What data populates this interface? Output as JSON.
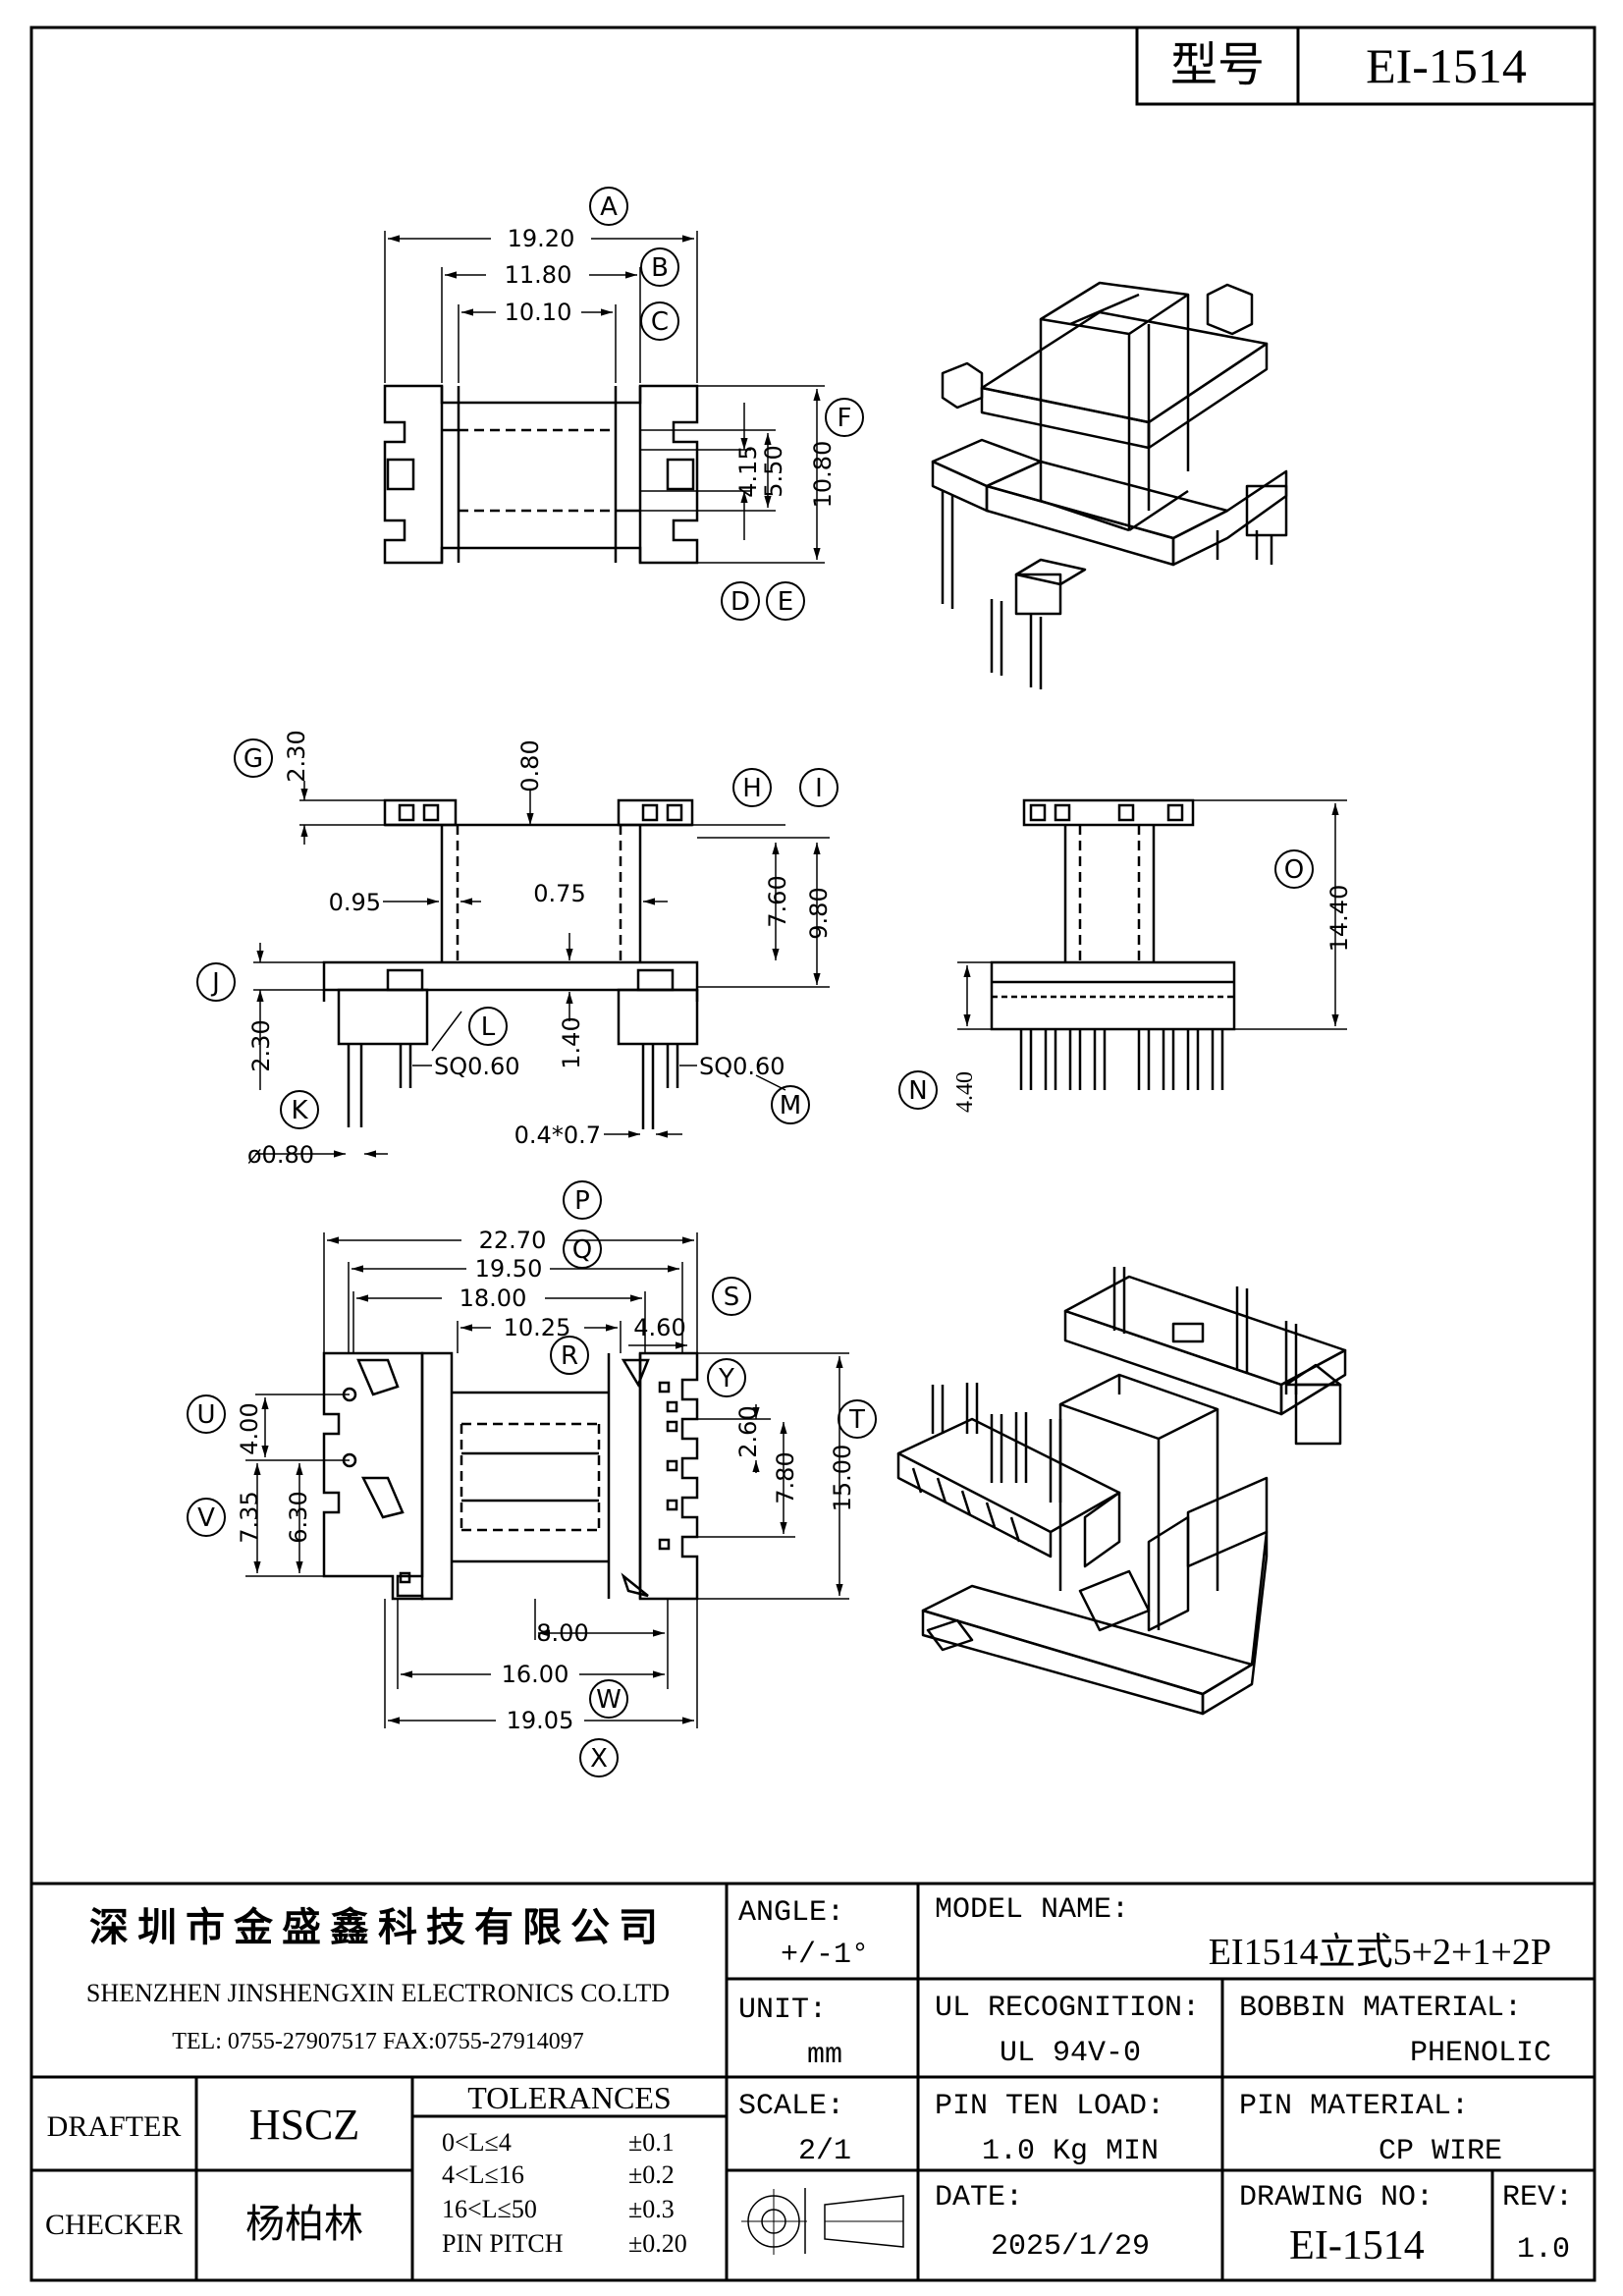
{
  "header": {
    "model_label": "型号",
    "model_value": "EI-1514"
  },
  "views": {
    "top": {
      "dims": [
        "19.20",
        "11.80",
        "10.10",
        "4.15",
        "5.50",
        "10.80"
      ],
      "balloons": [
        "A",
        "B",
        "C",
        "D",
        "E",
        "F"
      ]
    },
    "front": {
      "dims": [
        "2.30",
        "0.80",
        "0.95",
        "0.75",
        "7.60",
        "9.80",
        "2.30",
        "1.40",
        "SQ0.60",
        "SQ0.60",
        "ø0.80",
        "0.4*0.7"
      ],
      "balloons": [
        "G",
        "H",
        "I",
        "J",
        "K",
        "L",
        "M"
      ]
    },
    "side": {
      "dims": [
        "14.40",
        "4.40"
      ],
      "balloons": [
        "O",
        "N"
      ]
    },
    "bottom": {
      "dims": [
        "22.70",
        "19.50",
        "18.00",
        "10.25",
        "4.60",
        "4.00",
        "7.35",
        "6.30",
        "2.60",
        "7.80",
        "15.00",
        "8.00",
        "16.00",
        "19.05"
      ],
      "balloons": [
        "P",
        "Q",
        "R",
        "S",
        "T",
        "U",
        "V",
        "W",
        "X",
        "Y"
      ]
    }
  },
  "title_block": {
    "company_cn": "深圳市金盛鑫科技有限公司",
    "company_en": "SHENZHEN JINSHENGXIN ELECTRONICS CO.LTD",
    "contact": "TEL: 0755-27907517   FAX:0755-27914097",
    "angle_label": "ANGLE:",
    "angle_value": "+/-1°",
    "model_name_label": "MODEL NAME:",
    "model_name_value": "EI1514立式5+2+1+2P",
    "unit_label": "UNIT:",
    "unit_value": "mm",
    "ul_label": "UL RECOGNITION:",
    "ul_value": "UL 94V-0",
    "bobbin_label": "BOBBIN MATERIAL:",
    "bobbin_value": "PHENOLIC",
    "drafter_label": "DRAFTER",
    "drafter_value": "HSCZ",
    "tolerances_label": "TOLERANCES",
    "tolerances": [
      {
        "range": "0<L≤4",
        "value": "±0.1"
      },
      {
        "range": "4<L≤16",
        "value": "±0.2"
      },
      {
        "range": "16<L≤50",
        "value": "±0.3"
      },
      {
        "range": "PIN PITCH",
        "value": "±0.20"
      }
    ],
    "scale_label": "SCALE:",
    "scale_value": "2/1",
    "pin_load_label": "PIN TEN LOAD:",
    "pin_load_value": "1.0 Kg MIN",
    "pin_material_label": "PIN MATERIAL:",
    "pin_material_value": "CP WIRE",
    "checker_label": "CHECKER",
    "checker_value": "杨柏林",
    "date_label": "DATE:",
    "date_value": "2025/1/29",
    "drawing_no_label": "DRAWING NO:",
    "drawing_no_value": "EI-1514",
    "rev_label": "REV:",
    "rev_value": "1.0"
  }
}
